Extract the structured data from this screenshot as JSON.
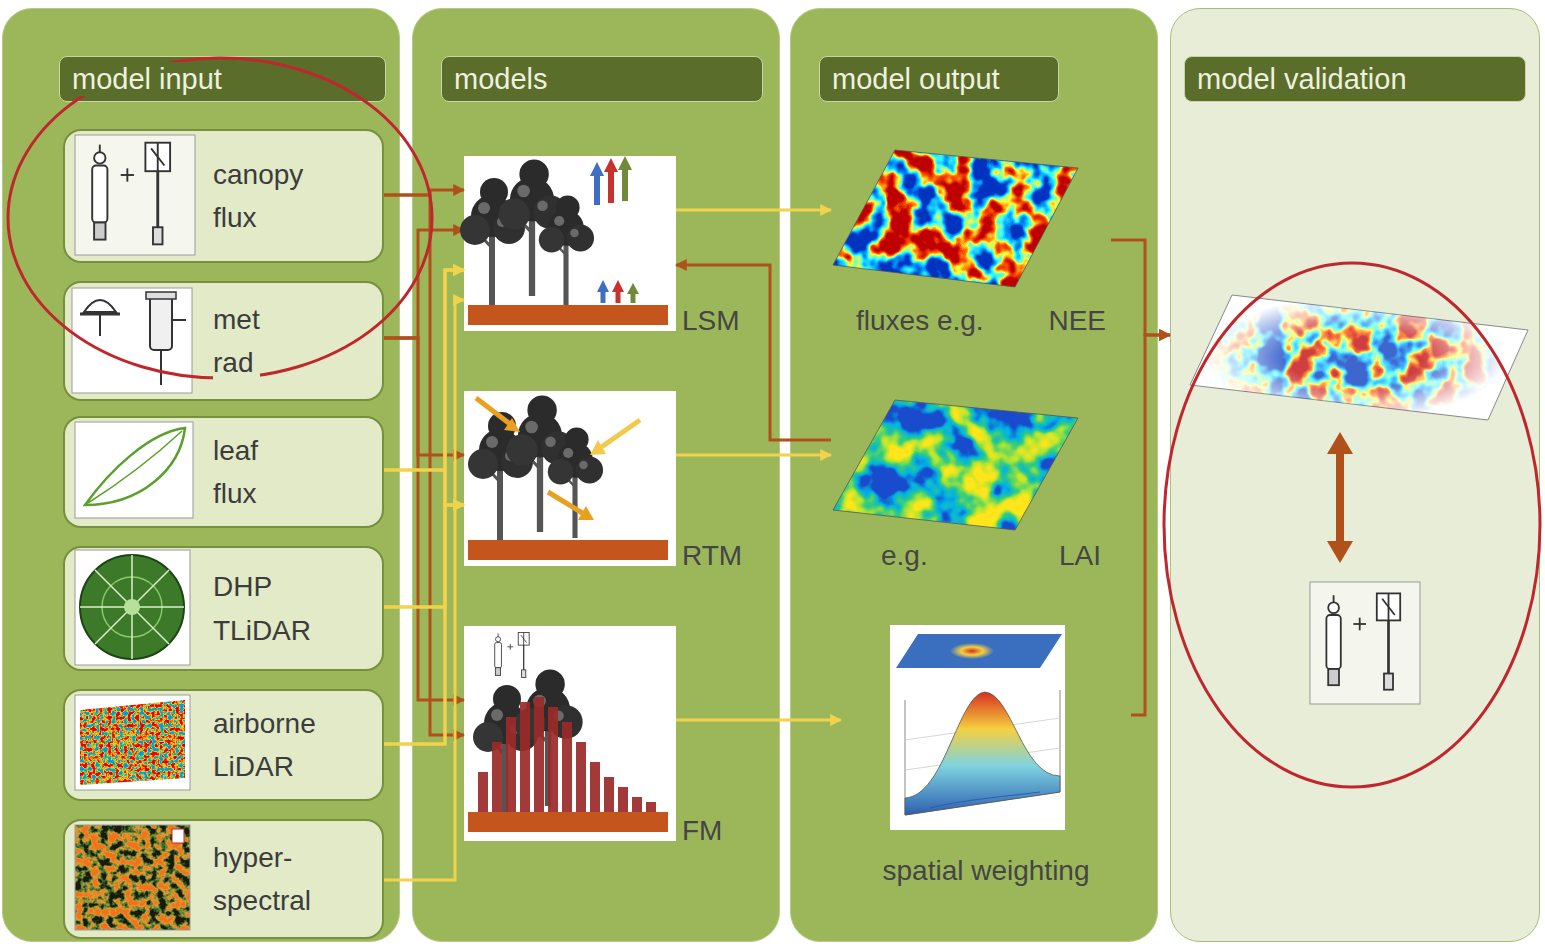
{
  "diagram": {
    "nodes": [
      {
        "text": [
          "model input"
        ]
      },
      {
        "text": [
          "canopy flux"
        ],
        "in": 0
      },
      {
        "text": [
          "met rad"
        ],
        "in": 0
      },
      {
        "text": [
          "leaf flux"
        ],
        "in": 0
      },
      {
        "text": [
          "DHP TLiDAR"
        ],
        "in": 0
      },
      {
        "text": [
          "airborne LiDAR"
        ],
        "in": 0
      },
      {
        "text": [
          "hyper- spectral"
        ],
        "in": 0
      },
      {
        "text": [
          "models"
        ]
      },
      {
        "text": [
          "LSM"
        ],
        "in": 7
      },
      {
        "text": [
          "RTM"
        ],
        "in": 7
      },
      {
        "text": [
          "FM"
        ],
        "in": 7
      },
      {
        "text": [
          "model output"
        ]
      },
      {
        "text": [
          "fluxes e.g.",
          "NEE"
        ],
        "in": 11
      },
      {
        "text": [
          "e.g.",
          "LAI"
        ],
        "in": 11
      },
      {
        "text": [
          "spatial weighting"
        ],
        "in": 11
      },
      {
        "text": [
          "model validation"
        ]
      }
    ],
    "edges": [
      {
        "from": 1,
        "to": 8,
        "arrow": "to"
      },
      {
        "from": 1,
        "to": 10,
        "arrow": "to"
      },
      {
        "from": 2,
        "to": 8,
        "arrow": "to"
      },
      {
        "from": 2,
        "to": 9,
        "arrow": "to"
      },
      {
        "from": 2,
        "to": 10,
        "arrow": "to"
      },
      {
        "from": 3,
        "to": 8,
        "arrow": "to"
      },
      {
        "from": 3,
        "to": 9,
        "arrow": "to"
      },
      {
        "from": 4,
        "to": 8,
        "arrow": "to"
      },
      {
        "from": 4,
        "to": 9,
        "arrow": "to"
      },
      {
        "from": 5,
        "to": 8,
        "arrow": "to"
      },
      {
        "from": 5,
        "to": 9,
        "arrow": "to"
      },
      {
        "from": 6,
        "to": 8,
        "arrow": "to"
      },
      {
        "from": 8,
        "to": 12,
        "arrow": "to"
      },
      {
        "from": 9,
        "to": 13,
        "arrow": "to"
      },
      {
        "from": 10,
        "to": 14,
        "arrow": "to"
      },
      {
        "from": 13,
        "to": 8,
        "arrow": "to"
      },
      {
        "from": 12,
        "to": 15,
        "arrow": "to"
      },
      {
        "from": 14,
        "to": 15,
        "arrow": "to"
      }
    ]
  }
}
